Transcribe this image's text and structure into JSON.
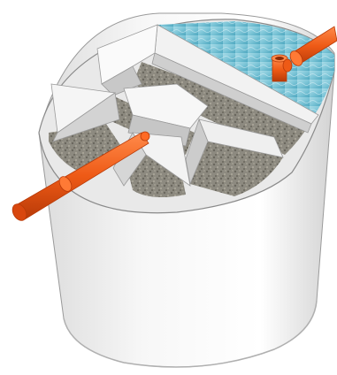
{
  "diagram": {
    "subject": "",
    "colors": {
      "tank_wall": "#f4f4f4",
      "tank_shadow": "#c9c9c9",
      "tank_outline": "#8a8a8a",
      "pipe": "#ee5a16",
      "pipe_dark": "#b83a08",
      "pipe_light": "#ff8a4a",
      "water": "#7ec6d8",
      "water_dark": "#4fa8c0",
      "gravel": "#8d8a80",
      "gravel_dark": "#5e5b52",
      "baffle": "#ececec",
      "baffle_shade": "#bdbdbd"
    },
    "components": [
      {
        "id": "tank-shell",
        "icon": "tank-icon"
      },
      {
        "id": "inlet-pipe",
        "icon": "pipe-icon"
      },
      {
        "id": "outlet-pipe",
        "icon": "pipe-icon"
      },
      {
        "id": "outlet-tee-fitting",
        "icon": "tee-icon"
      },
      {
        "id": "water-chamber",
        "icon": "water-icon"
      },
      {
        "id": "gravel-filter-bed",
        "icon": "gravel-icon"
      },
      {
        "id": "baffle-walls",
        "icon": "wall-icon"
      }
    ]
  }
}
